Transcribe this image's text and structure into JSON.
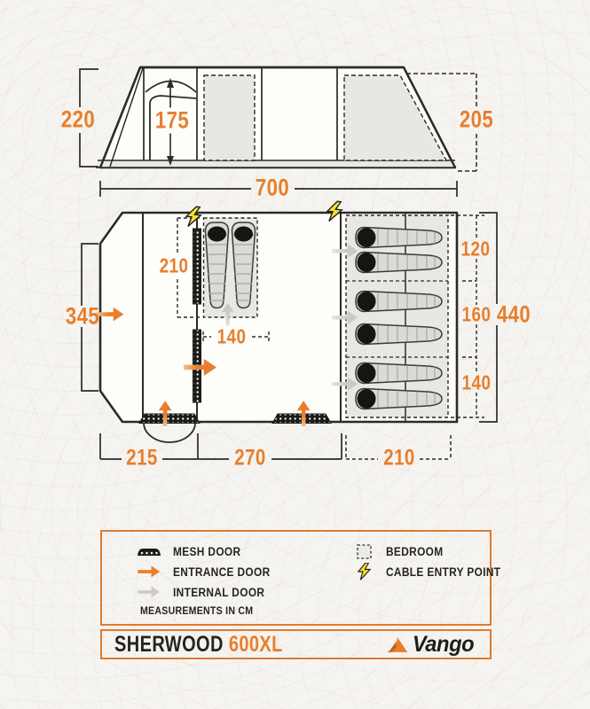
{
  "colors": {
    "accent_orange": "#E87E2B",
    "line_dark": "#2B2A27",
    "panel_gray": "#E9E7E2",
    "arrow_gray": "#CDCCC8",
    "bolt_yellow": "#F5E32C",
    "legend_border": "#DF7A2E"
  },
  "elevation": {
    "labels": {
      "height_front": "220",
      "door_height": "175",
      "height_rear": "205"
    }
  },
  "floorplan": {
    "labels": {
      "length_total": "700",
      "porch_depth": "345",
      "left_bedroom_length": "210",
      "left_bedroom_width": "140",
      "porch_section": "215",
      "living_section": "270",
      "bedroom_section": "210",
      "bedroom_comp_top": "120",
      "bedroom_comp_middle": "160",
      "bedroom_comp_bottom": "140",
      "bedroom_total_width": "440"
    }
  },
  "legend": {
    "items": [
      {
        "icon": "mesh-door-icon",
        "label": "MESH DOOR"
      },
      {
        "icon": "entrance-door-icon",
        "label": "ENTRANCE DOOR"
      },
      {
        "icon": "internal-door-icon",
        "label": "INTERNAL DOOR"
      },
      {
        "icon": "bedroom-icon",
        "label": "BEDROOM"
      },
      {
        "icon": "cable-entry-icon",
        "label": "CABLE ENTRY POINT"
      }
    ],
    "note": "MEASUREMENTS IN CM"
  },
  "footer": {
    "model": "SHERWOOD",
    "variant": "600XL",
    "brand": "Vango"
  }
}
